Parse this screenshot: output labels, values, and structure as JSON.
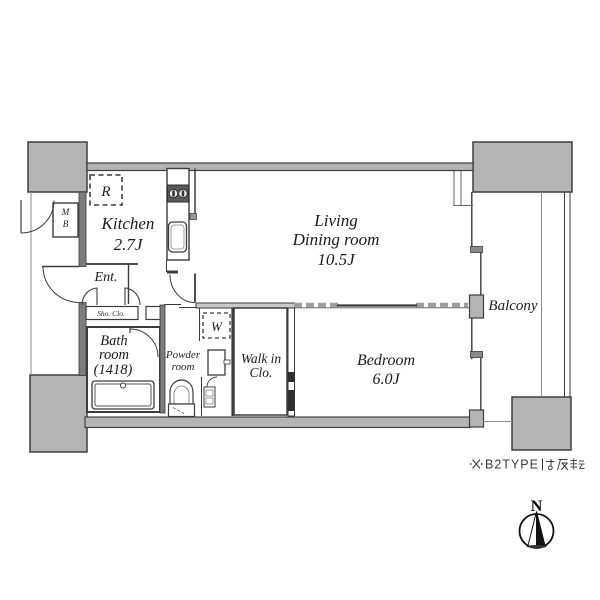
{
  "plan": {
    "rooms": {
      "kitchen": {
        "name": "Kitchen",
        "size": "2.7J"
      },
      "living": {
        "line1": "Living",
        "line2": "Dining room",
        "line3": "10.5J"
      },
      "bedroom": {
        "name": "Bedroom",
        "size": "6.0J"
      },
      "bathroom": {
        "line1": "Bath",
        "line2": "room",
        "line3": "(1418)"
      },
      "powder": {
        "line1": "Powder",
        "line2": "room"
      },
      "walkin_closet": {
        "line1": "Walk in",
        "line2": "Clo."
      },
      "balcony": {
        "label": "Balcony"
      },
      "entrance": {
        "label": "Ent."
      }
    },
    "fixtures": {
      "refrigerator": "R",
      "washer": "W",
      "meter_box_m": "M",
      "meter_box_b": "B",
      "shoe_closet": "Sho. Clo."
    },
    "annotations": {
      "note_full": "※B2TYPEは反転",
      "note_prefix": "※",
      "note_latin": "B2TYPE",
      "note_suffix": "は反転",
      "compass": "N"
    },
    "colors": {
      "wall_fill": "#b4b4b4",
      "dark_wall_fill": "#7d7d7d",
      "line": "#3c3c3c",
      "text": "#1c1c1c",
      "note_text": "#3a3a3a"
    }
  }
}
